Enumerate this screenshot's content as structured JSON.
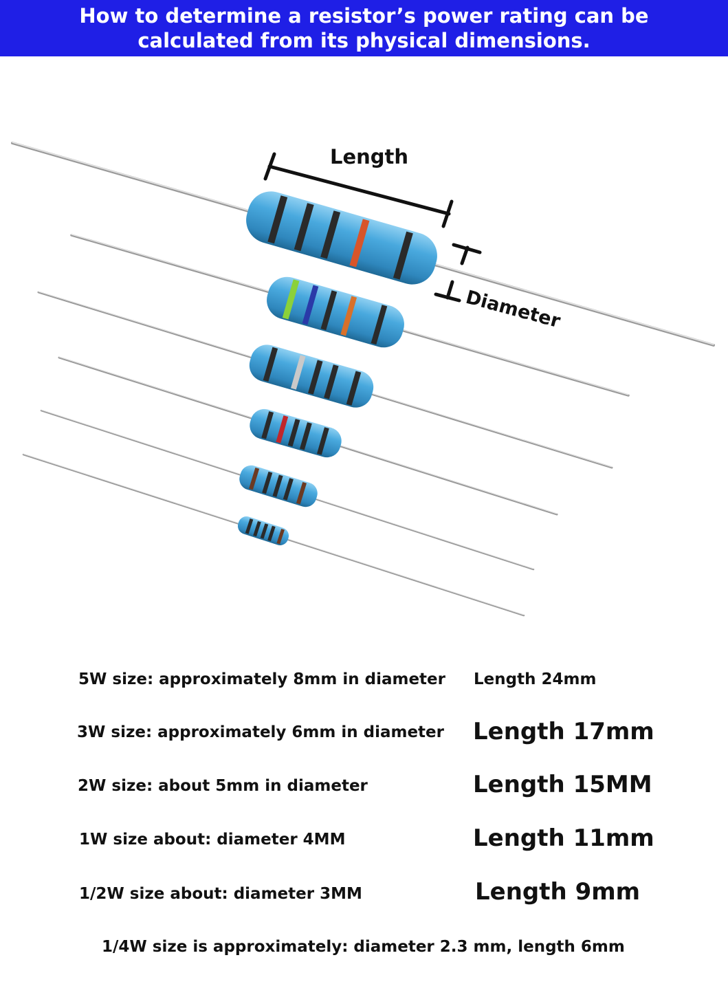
{
  "header": {
    "title_line1": "How to determine a resistor’s power rating can be",
    "title_line2": "calculated from its physical dimensions.",
    "background_color": "#1f1fe6",
    "text_color": "#ffffff"
  },
  "diagram": {
    "length_label": "Length",
    "diameter_label": "Diameter",
    "resistor_body_color": "#3e9fd6",
    "lead_color": "#b8b8b8"
  },
  "specs": [
    {
      "description": "5W size: approximately 8mm in diameter",
      "length": "Length 24mm"
    },
    {
      "description": "3W size: approximately 6mm in diameter",
      "length": "Length 17mm"
    },
    {
      "description": "2W size: about 5mm in diameter",
      "length": "Length 15MM"
    },
    {
      "description": "1W size about: diameter 4MM",
      "length": "Length 11mm"
    },
    {
      "description": "1/2W size about: diameter 3MM",
      "length": "Length 9mm"
    }
  ],
  "footer_spec": "1/4W size is approximately: diameter 2.3 mm, length 6mm"
}
